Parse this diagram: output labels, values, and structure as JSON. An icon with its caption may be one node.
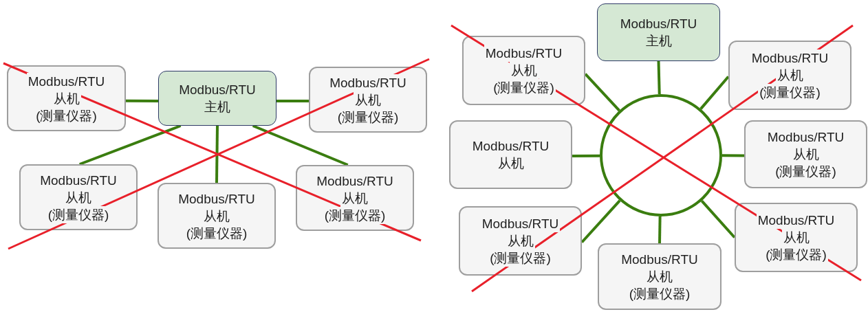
{
  "diagram": {
    "nodes": [
      {
        "text": [
          "Modbus/RTU",
          "主机"
        ]
      },
      {
        "text": [
          "Modbus/RTU",
          "从机",
          "(测量仪器)"
        ]
      },
      {
        "text": [
          "Modbus/RTU",
          "从机",
          "(测量仪器)"
        ]
      },
      {
        "text": [
          "Modbus/RTU",
          "从机",
          "(测量仪器)"
        ]
      },
      {
        "text": [
          "Modbus/RTU",
          "从机",
          "(测量仪器)"
        ]
      },
      {
        "text": [
          "Modbus/RTU",
          "从机",
          "(测量仪器)"
        ]
      },
      {
        "text": [
          "Modbus/RTU",
          "主机"
        ]
      },
      {
        "text": [],
        "shape": "circle"
      },
      {
        "text": [
          "Modbus/RTU",
          "从机",
          "(测量仪器)"
        ]
      },
      {
        "text": [
          "Modbus/RTU",
          "从机",
          "(测量仪器)"
        ]
      },
      {
        "text": [
          "Modbus/RTU",
          "从机"
        ]
      },
      {
        "text": [
          "Modbus/RTU",
          "从机",
          "(测量仪器)"
        ]
      },
      {
        "text": [
          "Modbus/RTU",
          "从机",
          "(测量仪器)"
        ]
      },
      {
        "text": [
          "Modbus/RTU",
          "从机",
          "(测量仪器)"
        ]
      },
      {
        "text": [
          "Modbus/RTU",
          "从机",
          "(测量仪器)"
        ]
      }
    ],
    "edges": [
      {
        "from": 0,
        "to": 1,
        "arrow": "none"
      },
      {
        "from": 0,
        "to": 2,
        "arrow": "none"
      },
      {
        "from": 0,
        "to": 3,
        "arrow": "none"
      },
      {
        "from": 0,
        "to": 4,
        "arrow": "none"
      },
      {
        "from": 0,
        "to": 5,
        "arrow": "none"
      },
      {
        "from": 6,
        "to": 7,
        "arrow": "none"
      },
      {
        "from": 7,
        "to": 8,
        "arrow": "none"
      },
      {
        "from": 7,
        "to": 9,
        "arrow": "none"
      },
      {
        "from": 7,
        "to": 10,
        "arrow": "none"
      },
      {
        "from": 7,
        "to": 11,
        "arrow": "none"
      },
      {
        "from": 7,
        "to": 12,
        "arrow": "none"
      },
      {
        "from": 7,
        "to": 13,
        "arrow": "none"
      },
      {
        "from": 7,
        "to": 14,
        "arrow": "none"
      }
    ]
  }
}
